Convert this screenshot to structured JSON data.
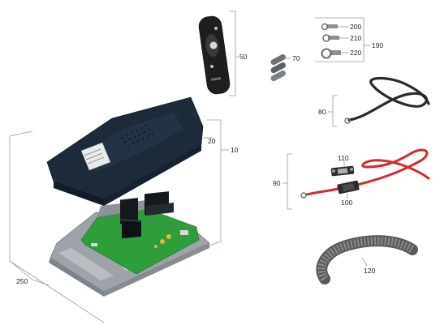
{
  "callouts": {
    "c10": "10",
    "c20": "20",
    "c50": "50",
    "c70": "70",
    "c80": "80",
    "c90": "90",
    "c100": "100",
    "c110": "110",
    "c120": "120",
    "c190": "190",
    "c200": "200",
    "c210": "210",
    "c220": "220",
    "c250": "250"
  },
  "colors": {
    "housing": "#1c2a3a",
    "housing_side": "#111c28",
    "pcb": "#2e9e3a",
    "tray": "#a8aeb4",
    "relay": "#15191e",
    "cable_black": "#2a2a2a",
    "cable_red": "#d42a2a",
    "hose": "#6e6e6e",
    "remote": "#1e1e1e",
    "terminal": "#8a8f94"
  }
}
